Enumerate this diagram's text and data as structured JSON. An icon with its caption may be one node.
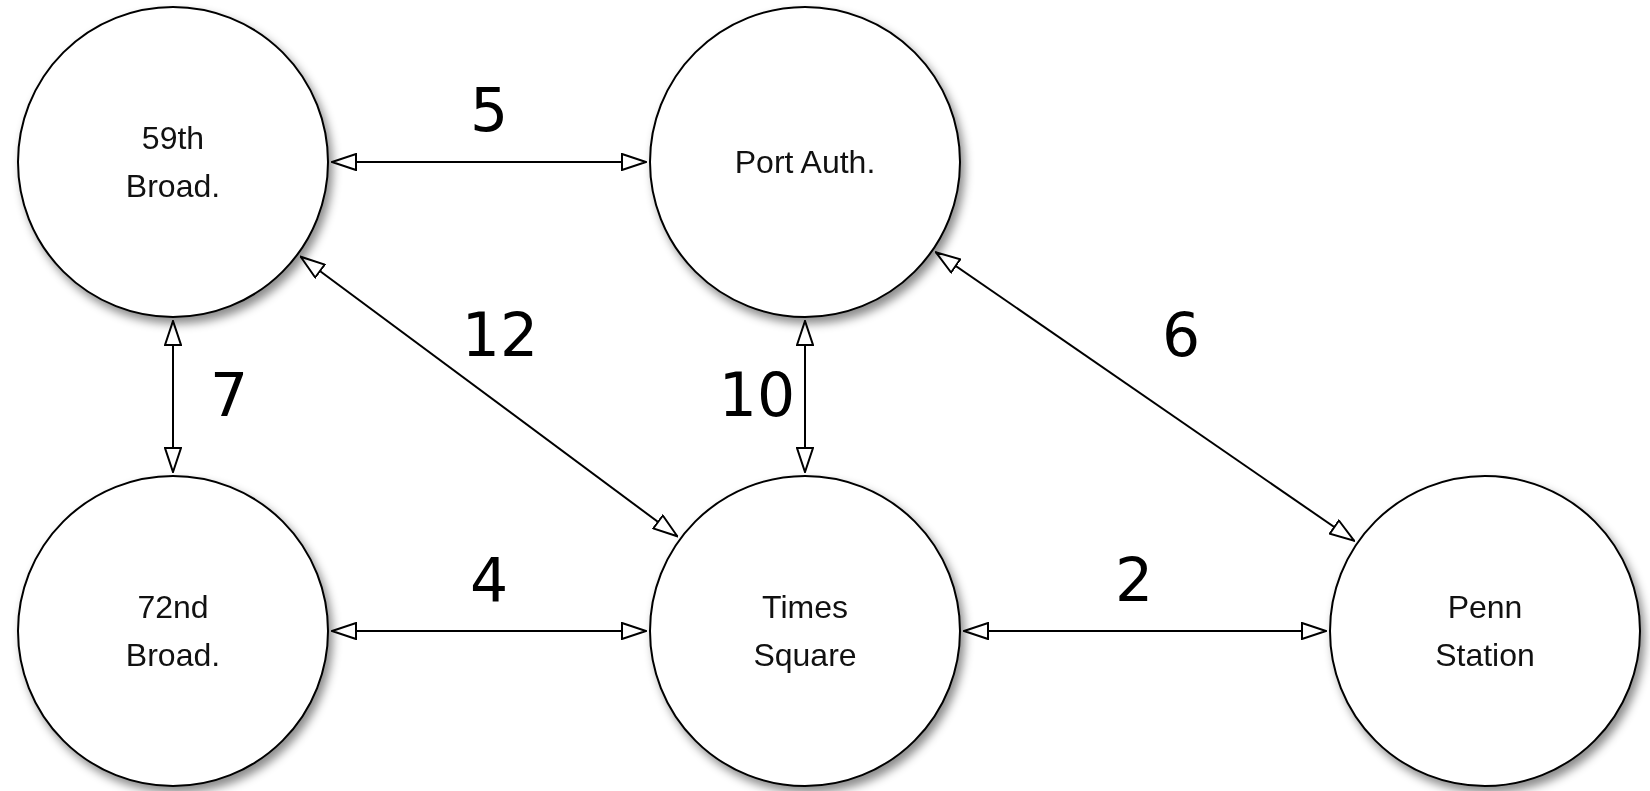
{
  "diagram": {
    "nodes": [
      {
        "text": [
          "59th Broad."
        ]
      },
      {
        "text": [
          "Port Auth."
        ]
      },
      {
        "text": [
          "72nd Broad."
        ]
      },
      {
        "text": [
          "Times Square"
        ]
      },
      {
        "text": [
          "Penn Station"
        ]
      }
    ],
    "edges": [
      {
        "from": 0,
        "to": 1,
        "arrow": "both",
        "label": "5"
      },
      {
        "from": 0,
        "to": 2,
        "arrow": "both",
        "label": "7"
      },
      {
        "from": 0,
        "to": 3,
        "arrow": "both",
        "label": "12"
      },
      {
        "from": 1,
        "to": 3,
        "arrow": "both",
        "label": "10"
      },
      {
        "from": 1,
        "to": 4,
        "arrow": "both",
        "label": "6"
      },
      {
        "from": 2,
        "to": 3,
        "arrow": "both",
        "label": "4"
      },
      {
        "from": 3,
        "to": 4,
        "arrow": "both",
        "label": "2"
      }
    ]
  }
}
